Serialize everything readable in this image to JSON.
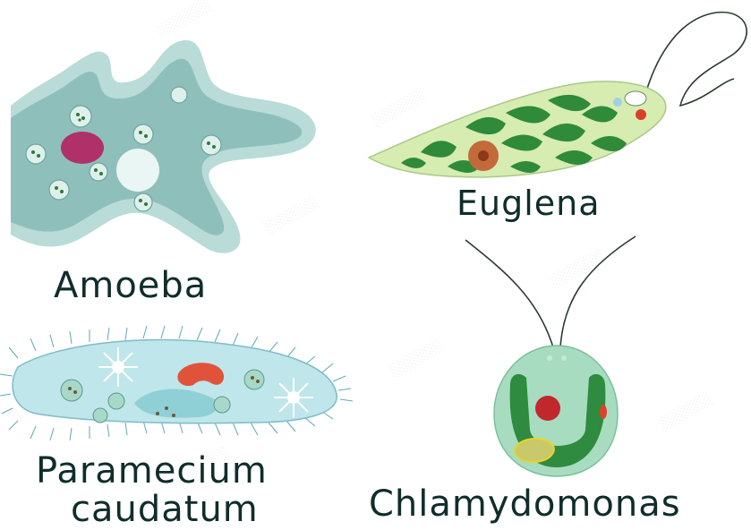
{
  "labels": {
    "amoeba": "Amoeba",
    "euglena": "Euglena",
    "paramecium_line1": "Paramecium",
    "paramecium_line2": "caudatum",
    "chlamydomonas": "Chlamydomonas"
  },
  "colors": {
    "amoeba_outer": "#b9dcd8",
    "amoeba_inner": "#8fbfba",
    "amoeba_nucleus": "#b0306a",
    "euglena_body": "#d6ecb0",
    "euglena_chloroplast": "#2f8a3a",
    "paramecium_body": "#bfe6ea",
    "paramecium_nucleus": "#e0533a",
    "chlamy_outer": "#a8dcc0",
    "chlamy_chloroplast": "#2e8b3f",
    "chlamy_nucleus": "#c0282c",
    "text": "#0f2d2b"
  }
}
